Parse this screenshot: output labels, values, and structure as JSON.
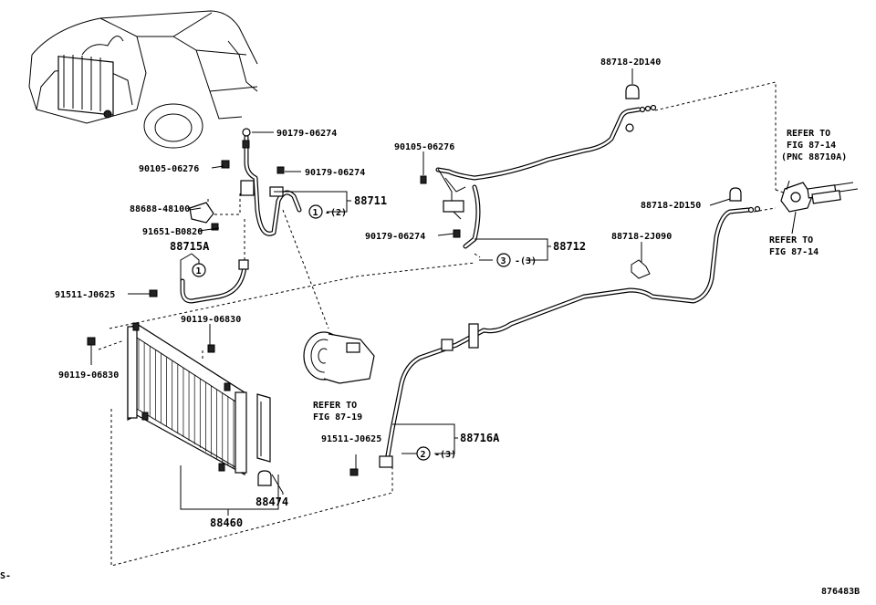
{
  "diagram": {
    "labels": {
      "p_88718_2D140": "88718-2D140",
      "p_90179_06274_top": "90179-06274",
      "p_90105_06276_left": "90105-06276",
      "p_90179_06274_mid": "90179-06274",
      "p_88711": "88711",
      "p_88688_48100": "88688-48100",
      "p_91651_B0820": "91651-B0820",
      "p_88715A": "88715A",
      "p_91511_J0625_left": "91511-J0625",
      "p_90119_06830_top": "90119-06830",
      "p_90119_06830_left": "90119-06830",
      "p_90105_06276_right": "90105-06276",
      "p_90179_06274_right": "90179-06274",
      "p_88712": "88712",
      "p_88718_2D150": "88718-2D150",
      "p_88718_2J090": "88718-2J090",
      "p_91511_J0625_bottom": "91511-J0625",
      "p_88716A": "88716A",
      "p_88474": "88474",
      "p_88460": "88460",
      "fig_code": "876483B",
      "corner_mark": "S-"
    },
    "callouts": {
      "c1_num": "1",
      "c1_qty": "-(2)",
      "c1b_num": "1",
      "c2_num": "2",
      "c2_qty": "-(3)",
      "c3_num": "3",
      "c3_qty": "-(3)"
    },
    "refs": {
      "refer_1914_a": "REFER TO",
      "refer_1914_b": "FIG 87-14",
      "refer_1914_c": "(PNC 88710A)",
      "refer_2_a": "REFER TO",
      "refer_2_b": "FIG 87-14",
      "refer_3_a": "REFER TO",
      "refer_3_b": "FIG 87-19"
    }
  }
}
